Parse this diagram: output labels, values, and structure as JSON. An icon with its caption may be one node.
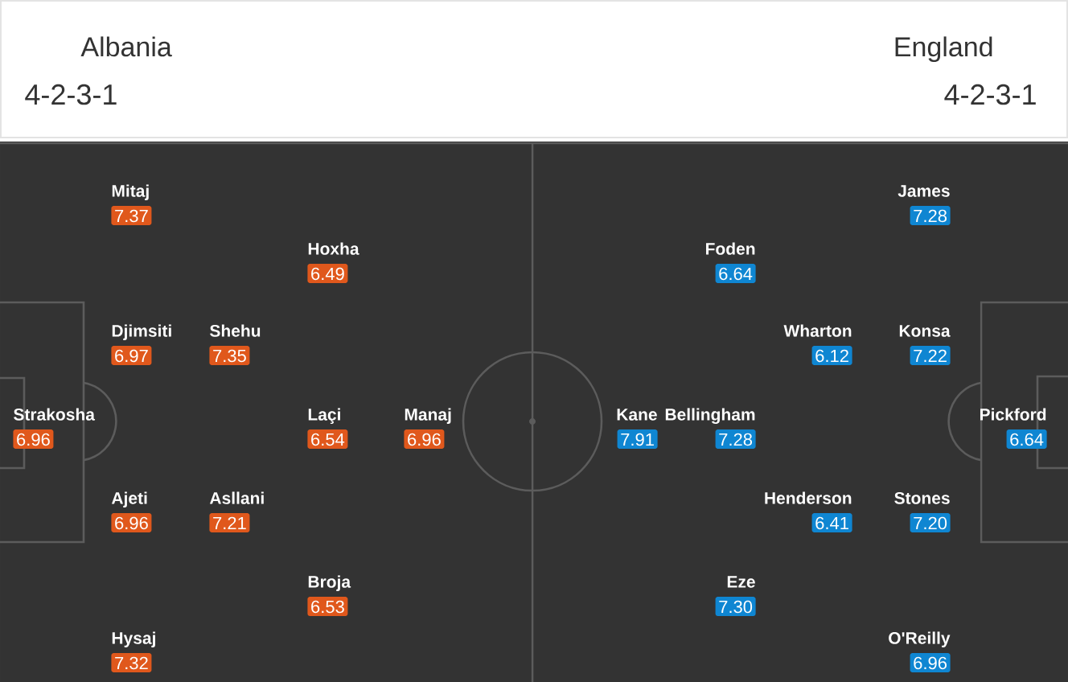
{
  "diagram": {
    "nodes": [
      {
        "text": [
          "Mitaj",
          "7.37"
        ]
      },
      {
        "text": [
          "James",
          "7.28"
        ]
      },
      {
        "text": [
          "Hoxha",
          "6.49"
        ]
      },
      {
        "text": [
          "Foden",
          "6.64"
        ]
      },
      {
        "text": [
          "Djimsiti",
          "6.97"
        ]
      },
      {
        "text": [
          "Shehu",
          "7.35"
        ]
      },
      {
        "text": [
          "Wharton",
          "6.12"
        ]
      },
      {
        "text": [
          "Konsa",
          "7.22"
        ]
      },
      {
        "text": [
          "Strakosha",
          "6.96"
        ]
      },
      {
        "text": [
          "Laçi",
          "6.54"
        ]
      },
      {
        "text": [
          "Manaj",
          "6.96"
        ]
      },
      {
        "text": [
          "Kane",
          "7.91"
        ]
      },
      {
        "text": [
          "Bellingham",
          "7.28"
        ]
      },
      {
        "text": [
          "Pickford",
          "6.64"
        ]
      },
      {
        "text": [
          "Ajeti",
          "6.96"
        ]
      },
      {
        "text": [
          "Asllani",
          "7.21"
        ]
      },
      {
        "text": [
          "Henderson",
          "6.41"
        ]
      },
      {
        "text": [
          "Stones",
          "7.20"
        ]
      },
      {
        "text": [
          "Broja",
          "6.53"
        ]
      },
      {
        "text": [
          "Eze",
          "7.30"
        ]
      },
      {
        "text": [
          "Hysaj",
          "7.32"
        ]
      },
      {
        "text": [
          "O'Reilly",
          "6.96"
        ]
      }
    ],
    "labels": [
      "Albania",
      "England",
      "4-2-3-1",
      "4-2-3-1"
    ]
  }
}
